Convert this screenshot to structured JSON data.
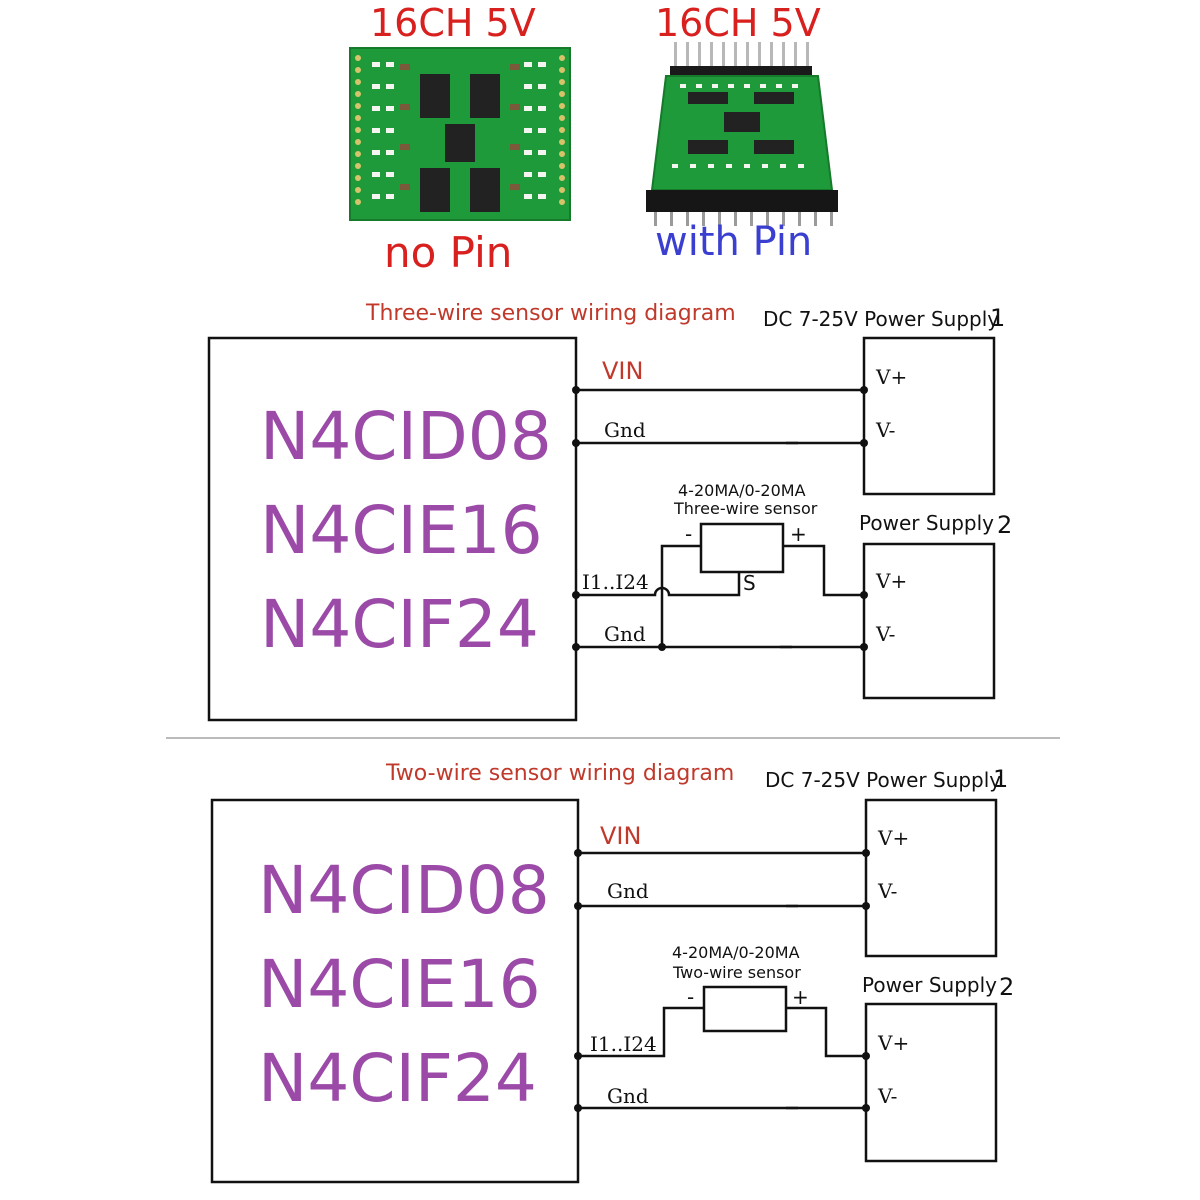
{
  "products": {
    "left": {
      "top_label": "16CH 5V",
      "bottom_label": "no Pin"
    },
    "right": {
      "top_label": "16CH 5V",
      "bottom_label": "with Pin"
    }
  },
  "three_wire": {
    "title": "Three-wire sensor wiring diagram",
    "supply1_label": "DC 7-25V  Power Supply",
    "supply1_num": "1",
    "supply2_label": "Power Supply",
    "supply2_num": "2",
    "models": [
      "N4CID08",
      "N4CIE16",
      "N4CIF24"
    ],
    "vin": "VIN",
    "gnd": "Gnd",
    "input": "I1..I24",
    "vplus": "V+",
    "vminus": "V-",
    "sensor_line1": "4-20MA/0-20MA",
    "sensor_line2": "Three-wire sensor",
    "minus": "-",
    "plus": "+",
    "signal": "S"
  },
  "two_wire": {
    "title": "Two-wire sensor wiring diagram",
    "supply1_label": "DC 7-25V  Power Supply",
    "supply1_num": "1",
    "supply2_label": "Power Supply",
    "supply2_num": "2",
    "models": [
      "N4CID08",
      "N4CIE16",
      "N4CIF24"
    ],
    "vin": "VIN",
    "gnd": "Gnd",
    "input": "I1..I24",
    "vplus": "V+",
    "vminus": "V-",
    "sensor_line1": "4-20MA/0-20MA",
    "sensor_line2": "Two-wire sensor",
    "minus": "-",
    "plus": "+"
  },
  "colors": {
    "title_red": "#d8201f",
    "with_pin_blue": "#3a3fd0",
    "model_purple": "#9b4aa8",
    "pcb_green": "#1f9a3a"
  }
}
